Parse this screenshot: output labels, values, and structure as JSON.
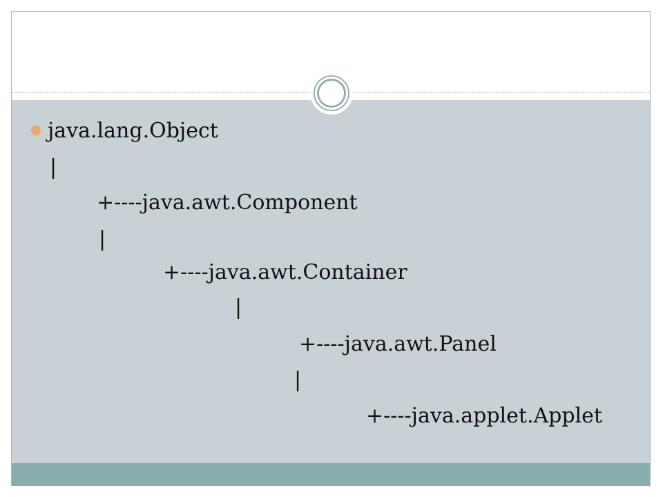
{
  "slide": {
    "bullet_color": "#e8a96a",
    "panel_color": "#c8d1d6",
    "footer_color": "#8aadaf",
    "lines": [
      "java.lang.Object",
      "|",
      "+----java.awt.Component",
      "|",
      "+----java.awt.Container",
      "|",
      "+----java.awt.Panel",
      "|",
      "+----java.applet.Applet"
    ]
  }
}
